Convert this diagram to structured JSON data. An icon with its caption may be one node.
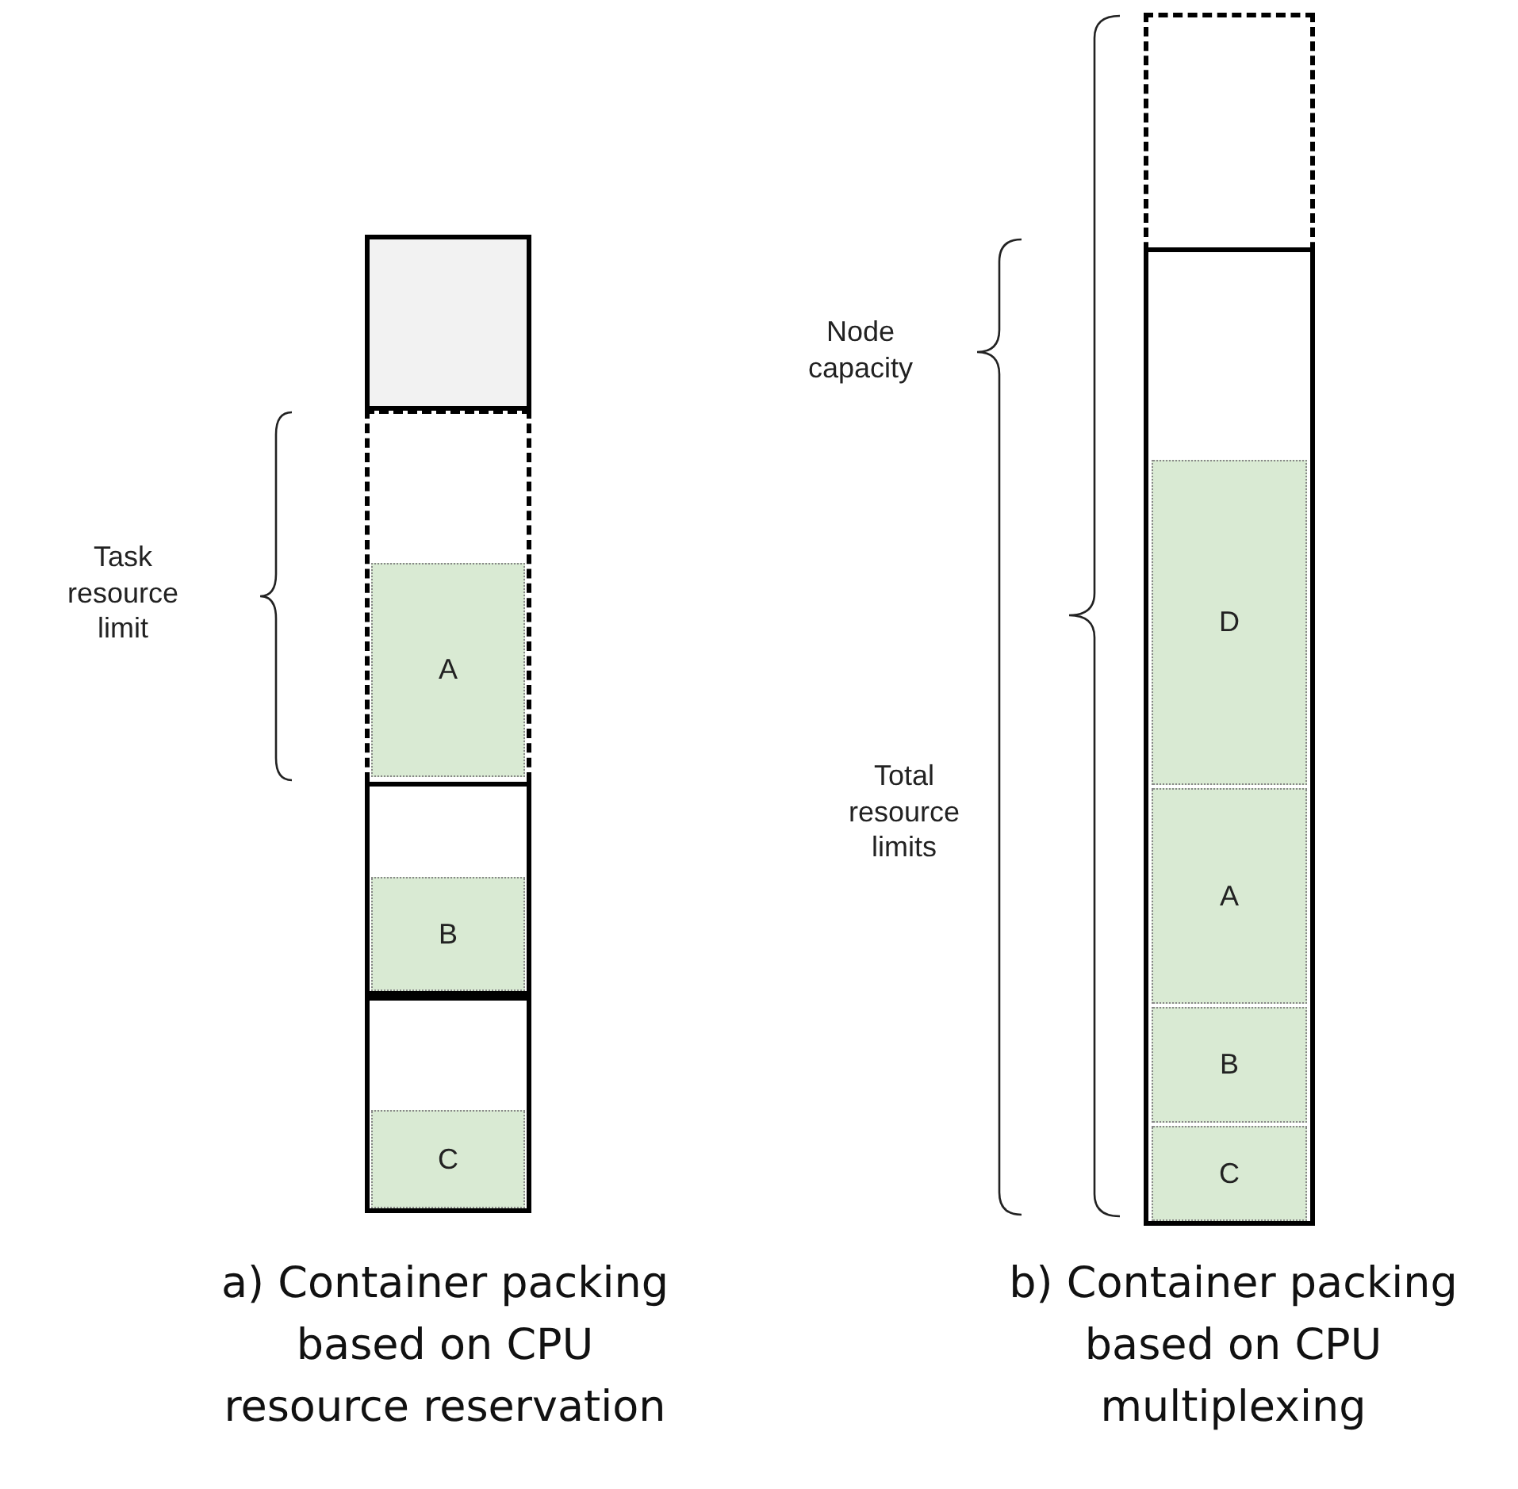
{
  "diagram": {
    "nodes": [
      {
        "text": [],
        "shape": "box"
      },
      {
        "text": [],
        "shape": "box"
      },
      {
        "text": [
          "A"
        ],
        "in": 1
      },
      {
        "text": [],
        "shape": "box"
      },
      {
        "text": [
          "B"
        ],
        "in": 3
      },
      {
        "text": [],
        "shape": "box"
      },
      {
        "text": [
          "C"
        ],
        "in": 5
      },
      {
        "text": [],
        "shape": "box"
      },
      {
        "text": [],
        "shape": "box",
        "in": 7
      },
      {
        "text": [
          "D"
        ],
        "in": 8
      },
      {
        "text": [
          "A"
        ],
        "in": 8
      },
      {
        "text": [
          "B"
        ],
        "in": 8
      },
      {
        "text": [
          "C"
        ],
        "in": 8
      }
    ],
    "edges": [],
    "labels": [
      "Node capacity",
      "Task resource limit",
      "Total resource limits",
      "a) Container packing based on CPU resource reservation",
      "b) Container packing based on CPU multiplexing"
    ]
  }
}
